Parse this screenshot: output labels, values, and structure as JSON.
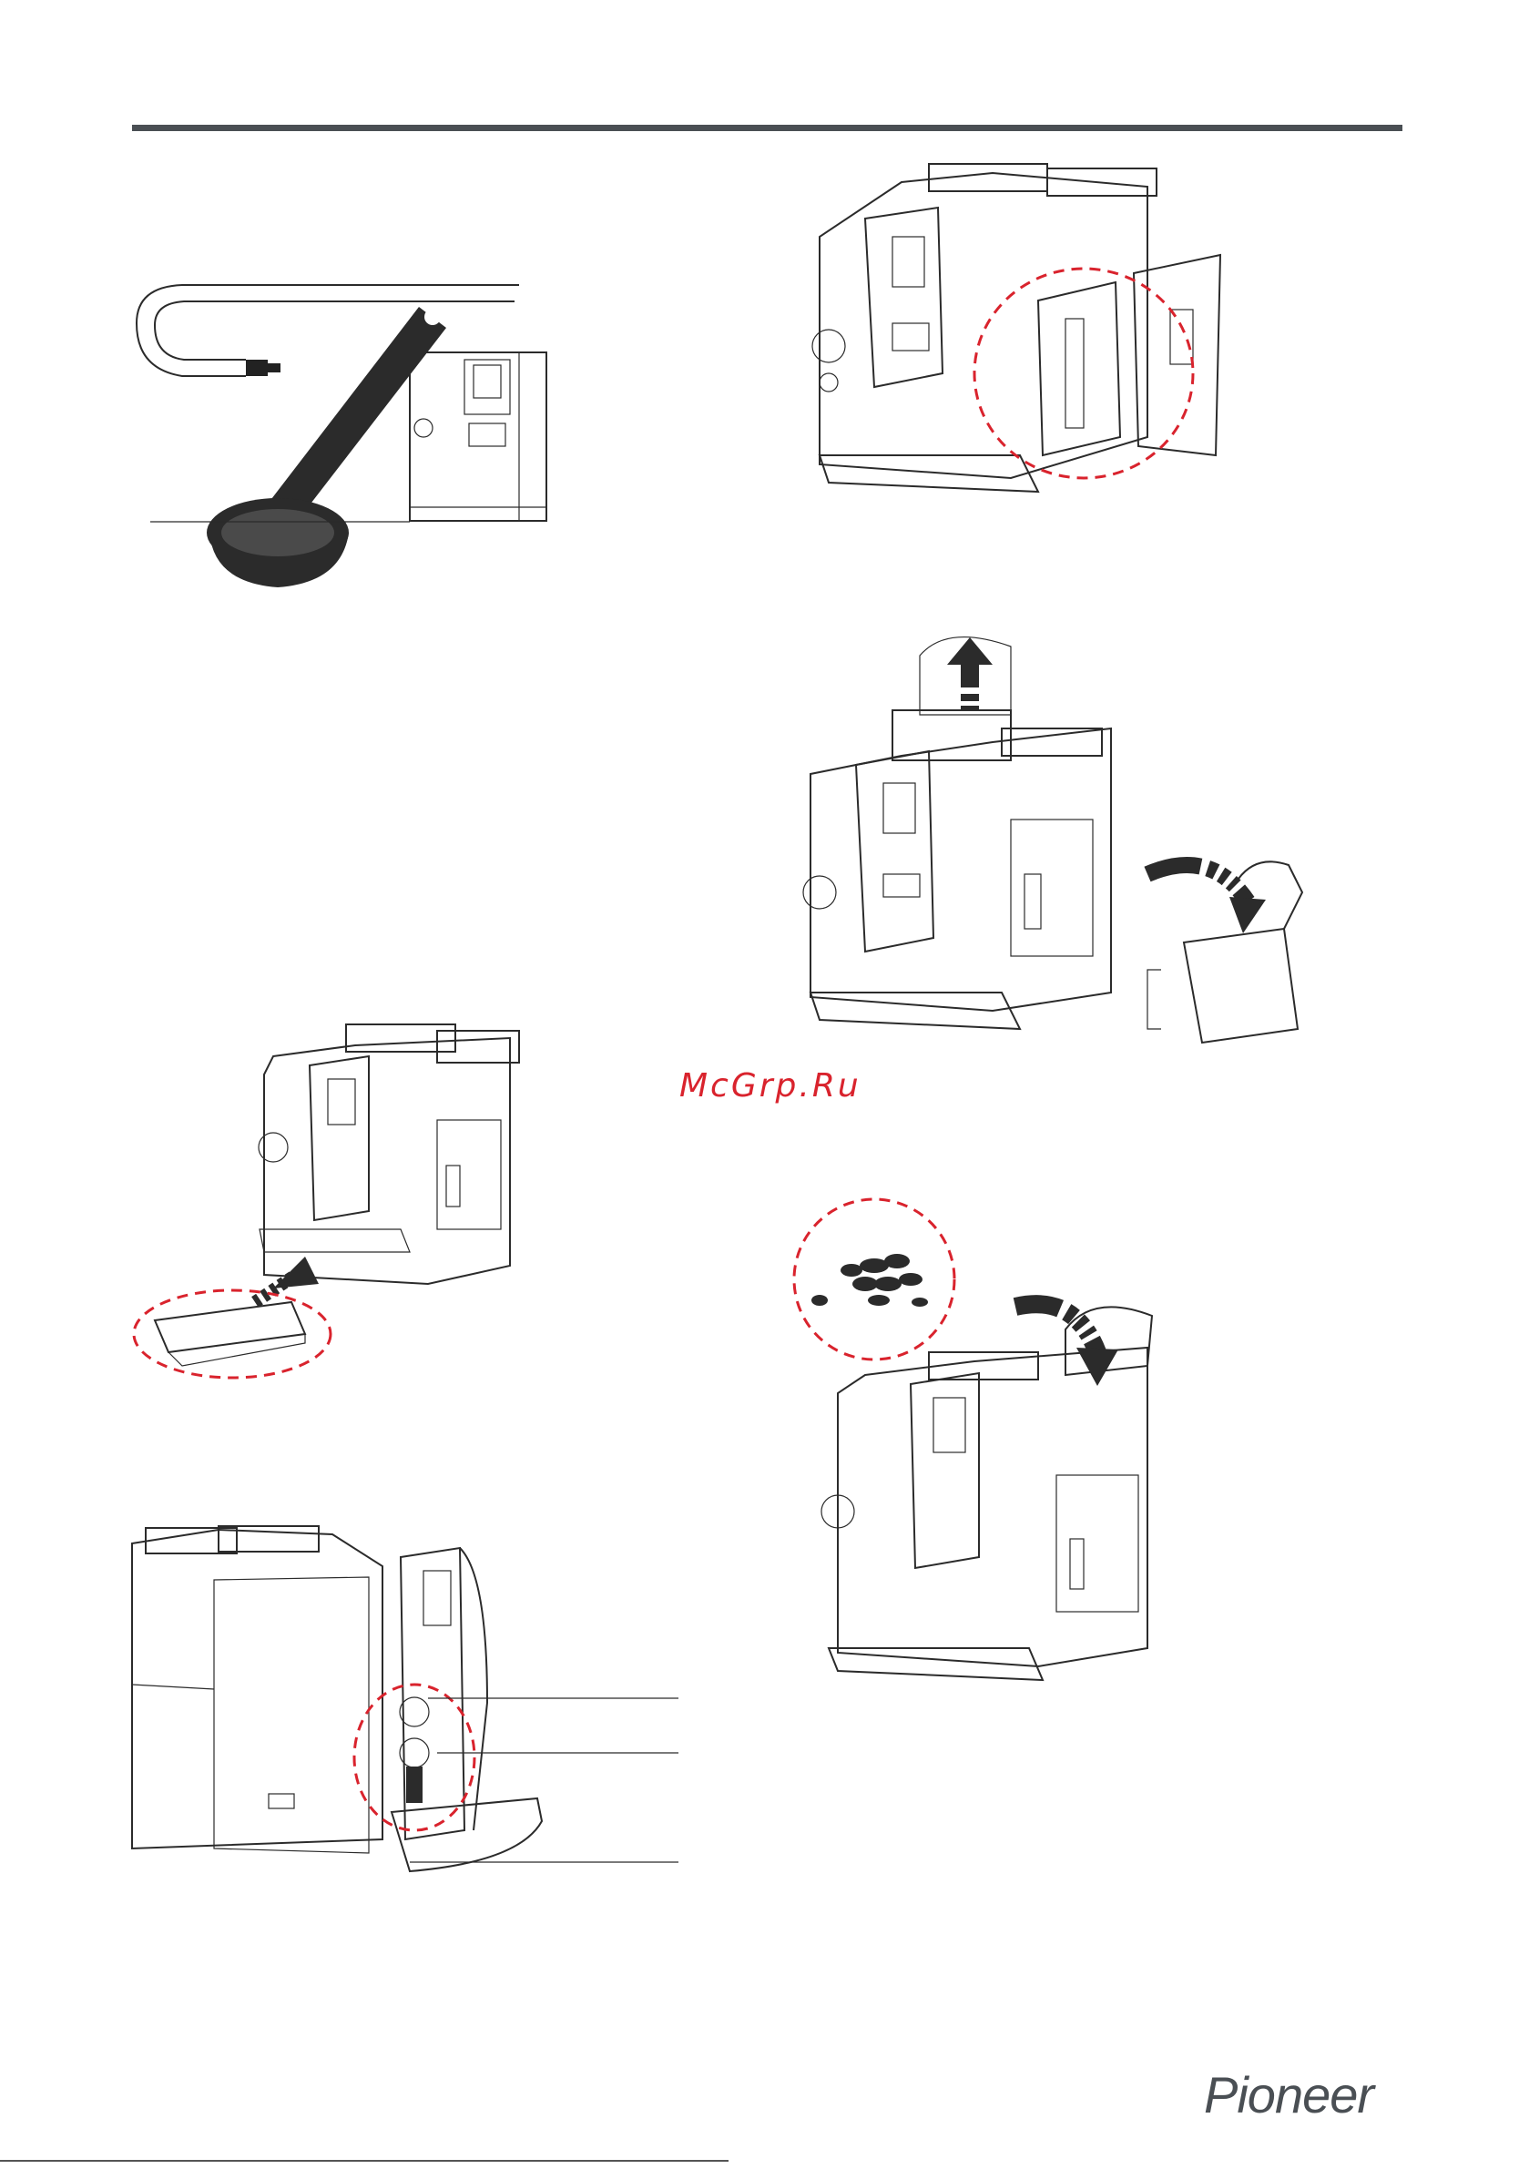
{
  "watermark": {
    "text": "McGrp.Ru"
  },
  "footer": {
    "brand": "Pioneer"
  },
  "colors": {
    "accent_red": "#d9232d",
    "header_bar": "#4a4f54",
    "ink": "#2b2b2b"
  },
  "illustrations": [
    {
      "id": "measuring-spoon-and-hose",
      "icon": "measuring-spoon-icon"
    },
    {
      "id": "machine-side-door-open",
      "icon": "brew-unit-icon"
    },
    {
      "id": "water-tank-removal",
      "icon": "water-tank-icon"
    },
    {
      "id": "drip-tray-insert",
      "icon": "drip-tray-icon"
    },
    {
      "id": "coffee-bean-hopper",
      "icon": "coffee-beans-icon"
    },
    {
      "id": "steam-nozzle-detail",
      "icon": "steam-nozzle-icon"
    }
  ]
}
